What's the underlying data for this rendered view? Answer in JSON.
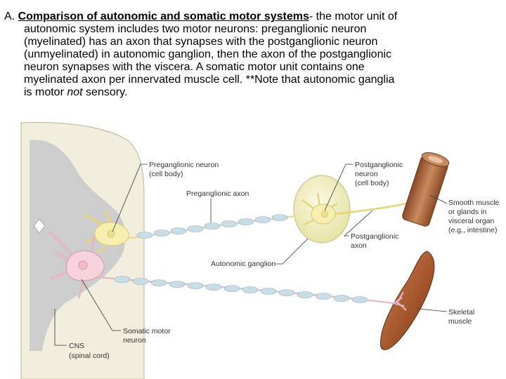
{
  "text": {
    "prefix": "A. ",
    "heading": "Comparison of autonomic and somatic motor systems",
    "line1_rest": "- the motor unit of",
    "lines": [
      "autonomic system includes two motor neurons: preganglionic neuron",
      "(myelinated) has an axon that synapses with the postganglionic neuron",
      "(unmyelinated) in autonomic ganglion, then the axon of the postganglionic",
      "neuron synapses with the viscera.  A somatic motor unit contains one",
      "myelinated axon per innervated muscle cell.  **Note that autonomic ganglia"
    ],
    "last_pre": "is motor ",
    "last_em": "not",
    "last_post": " sensory."
  },
  "labels": {
    "preganglionic_neuron": [
      "Preganglionic neuron",
      "(cell body)"
    ],
    "preganglionic_axon": "Preganglionic axon",
    "postganglionic_neuron": [
      "Postganglionic",
      "neuron",
      "(cell body)"
    ],
    "smooth_muscle": [
      "Smooth muscle",
      "or glands in",
      "visceral organ",
      "(e.g., intestine)"
    ],
    "postganglionic_axon": [
      "Postganglionic",
      "axon"
    ],
    "autonomic_ganglion": "Autonomic ganglion",
    "skeletal_muscle": [
      "Skeletal",
      "muscle"
    ],
    "somatic_motor_neuron": [
      "Somatic motor",
      "neuron"
    ],
    "cns": [
      "CNS",
      "(spinal cord)"
    ]
  },
  "colors": {
    "spinal_cord": "#f1eedd",
    "gray_matter": "#cdcdcd",
    "ganglion": "#f3f0c4",
    "autonomic_neuron": "#f6efb0",
    "somatic_neuron": "#f7d2dc",
    "myelin": "#c9dde6",
    "visceral_organ": "#b36f45",
    "skeletal_muscle": "#b5683b"
  }
}
